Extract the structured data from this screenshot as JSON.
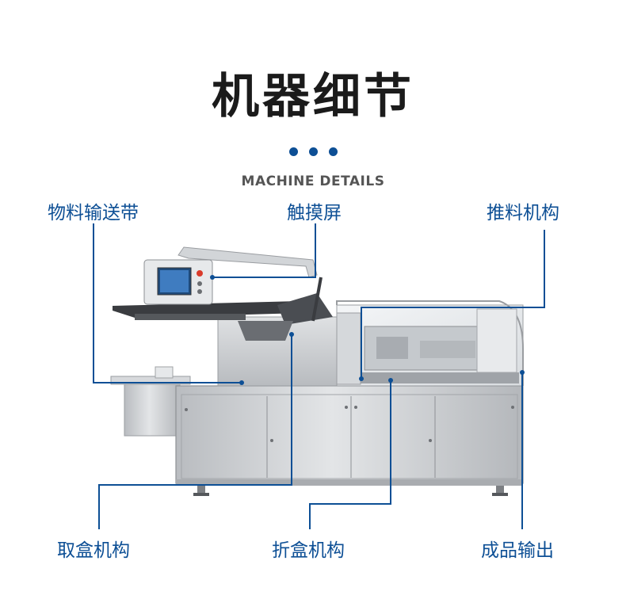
{
  "header": {
    "title": "机器细节",
    "subtitle": "MACHINE DETAILS"
  },
  "labels": {
    "conveyor": "物料输送带",
    "touchscreen": "触摸屏",
    "pusher": "推料机构",
    "box_pickup": "取盒机构",
    "box_folding": "折盒机构",
    "output": "成品输出"
  },
  "colors": {
    "accent": "#0d4f95",
    "title": "#1b1b1b",
    "subtitle": "#555555",
    "steel": "#c9ccd0"
  }
}
